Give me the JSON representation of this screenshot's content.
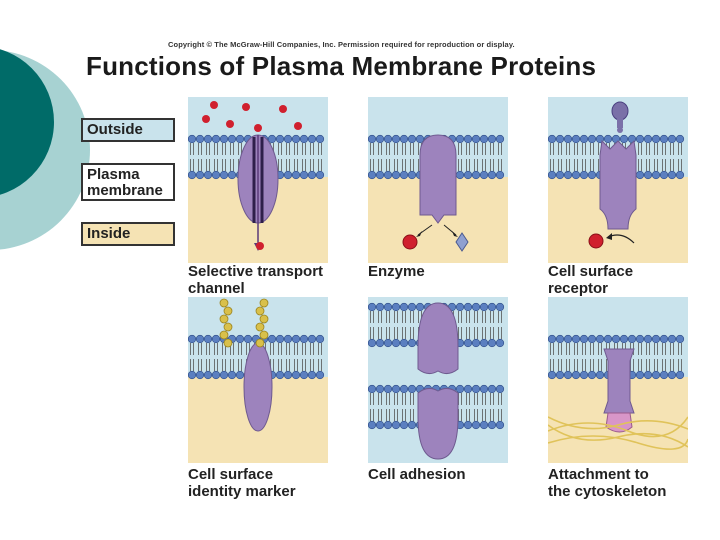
{
  "copyright": "Copyright © The McGraw-Hill Companies, Inc. Permission required for reproduction or display.",
  "title": "Functions of Plasma Membrane Proteins",
  "legend": {
    "outside": "Outside",
    "membrane_line1": "Plasma",
    "membrane_line2": "membrane",
    "inside": "Inside"
  },
  "panels": [
    {
      "caption_line1": "Selective transport",
      "caption_line2": "channel"
    },
    {
      "caption_line1": "Enzyme",
      "caption_line2": ""
    },
    {
      "caption_line1": "Cell surface",
      "caption_line2": "receptor"
    },
    {
      "caption_line1": "Cell surface",
      "caption_line2": "identity marker"
    },
    {
      "caption_line1": "Cell adhesion",
      "caption_line2": ""
    },
    {
      "caption_line1": "Attachment to",
      "caption_line2": "the cytoskeleton"
    }
  ],
  "colors": {
    "outside": "#c9e3ec",
    "inside": "#f5e3b4",
    "phospholipid_head": "#5b7fc0",
    "protein": "#9d83bd",
    "molecule": "#d0202e",
    "deco_dark": "#006b68",
    "deco_light": "#a7d2d2"
  }
}
